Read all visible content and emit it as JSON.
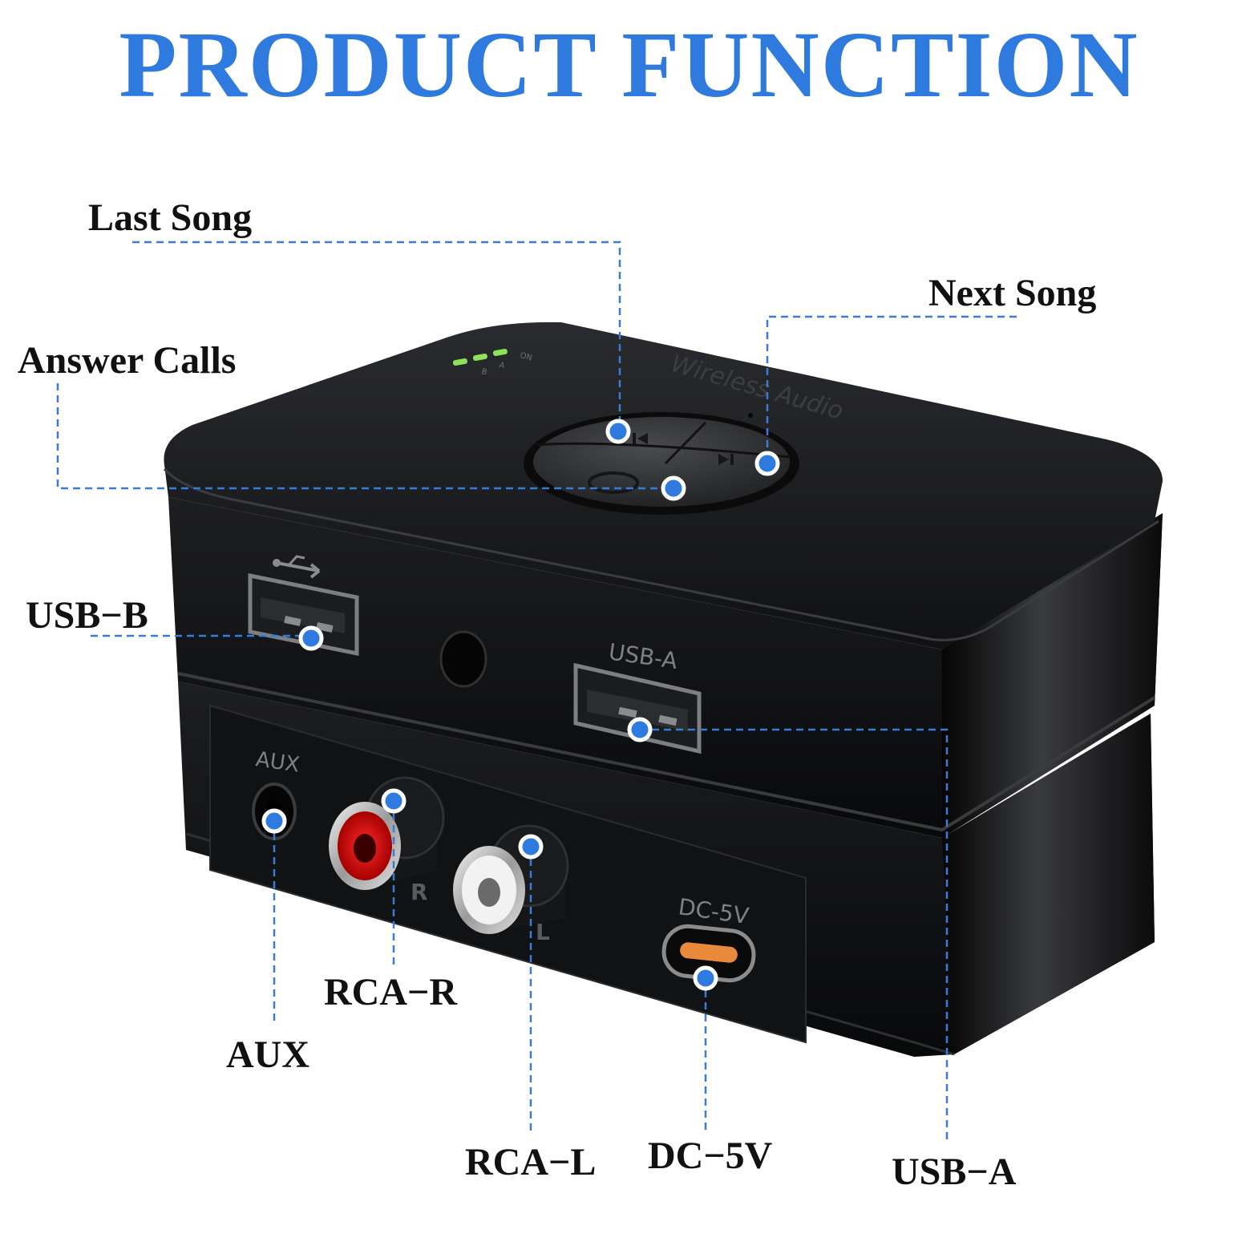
{
  "title": "PRODUCT FUNCTION",
  "accent_color": "#2f7ade",
  "device": {
    "top_print": "Wireless Audio",
    "led_labels": [
      "ON",
      "A",
      "B"
    ],
    "usb_a_print": "USB-A",
    "aux_print": "AUX",
    "rca_right_print": "R",
    "rca_left_print": "L",
    "dc_print": "DC-5V"
  },
  "callouts": {
    "last_song": "Last Song",
    "next_song": "Next Song",
    "answer_calls": "Answer Calls",
    "usb_b": "USB−B",
    "rca_r": "RCA−R",
    "aux": "AUX",
    "rca_l": "RCA−L",
    "dc_5v": "DC−5V",
    "usb_a": "USB−A"
  }
}
